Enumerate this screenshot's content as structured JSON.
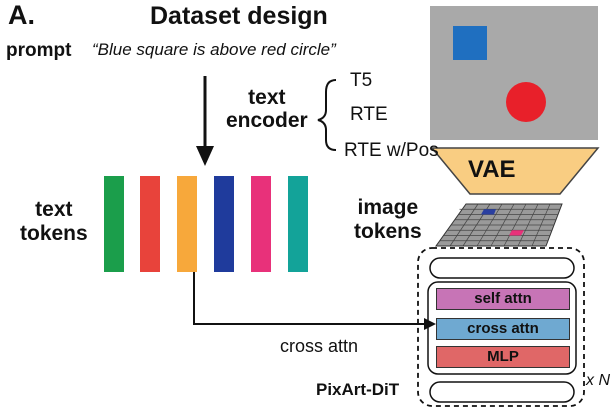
{
  "panel_label": "A.",
  "title": "Dataset design",
  "prompt": {
    "label": "prompt",
    "text": "“Blue square is above red circle”"
  },
  "text_encoder": {
    "label_line1": "text",
    "label_line2": "encoder",
    "options": [
      "T5",
      "RTE",
      "RTE w/Pos"
    ]
  },
  "vae": {
    "label": "VAE"
  },
  "text_tokens": {
    "label_line1": "text",
    "label_line2": "tokens",
    "colors": [
      "#1b9e4b",
      "#e8433b",
      "#f7a83b",
      "#1f3b9c",
      "#e8317a",
      "#13a399"
    ]
  },
  "image_tokens": {
    "label_line1": "image",
    "label_line2": "tokens"
  },
  "image": {
    "background": "#a9a9a9",
    "square_color": "#1f6fc0",
    "circle_color": "#e8202a"
  },
  "dit": {
    "blocks": [
      "self attn",
      "cross attn",
      "MLP"
    ],
    "block_colors": [
      "#c774b6",
      "#6fa9d1",
      "#e06767"
    ],
    "repeat_label": "x N",
    "name": "PixArt-DiT"
  },
  "cross_attn_label": "cross attn"
}
